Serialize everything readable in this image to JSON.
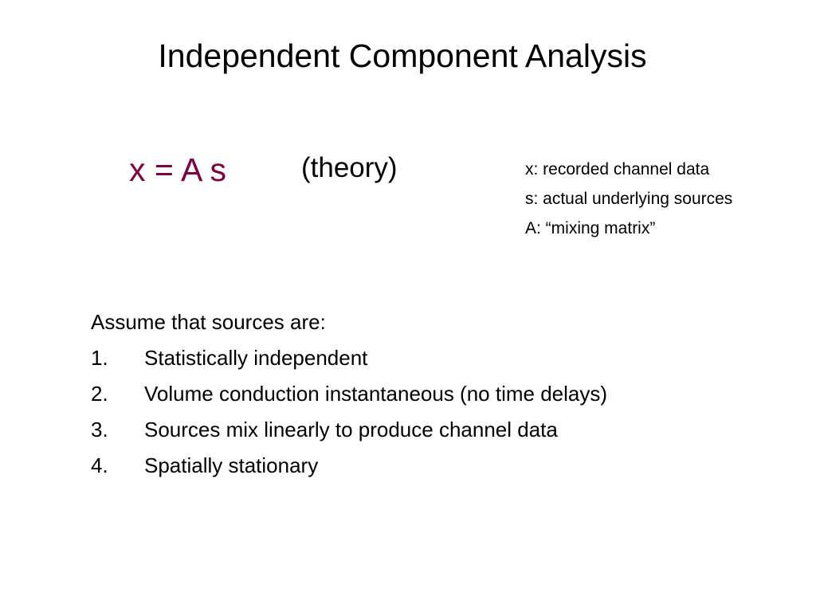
{
  "slide": {
    "title": "Independent Component Analysis",
    "equation": "x = A s",
    "theory_note": "(theory)",
    "equation_color": "#800040",
    "definitions": [
      "x: recorded channel data",
      "s: actual underlying sources",
      "A:  “mixing matrix”"
    ],
    "assumptions_intro": "Assume that sources are:",
    "assumptions": [
      {
        "number": "1.",
        "text": "Statistically independent"
      },
      {
        "number": "2.",
        "text": "Volume conduction instantaneous (no time delays)"
      },
      {
        "number": "3.",
        "text": "Sources mix linearly to produce channel data"
      },
      {
        "number": "4.",
        "text": "Spatially stationary"
      }
    ]
  }
}
